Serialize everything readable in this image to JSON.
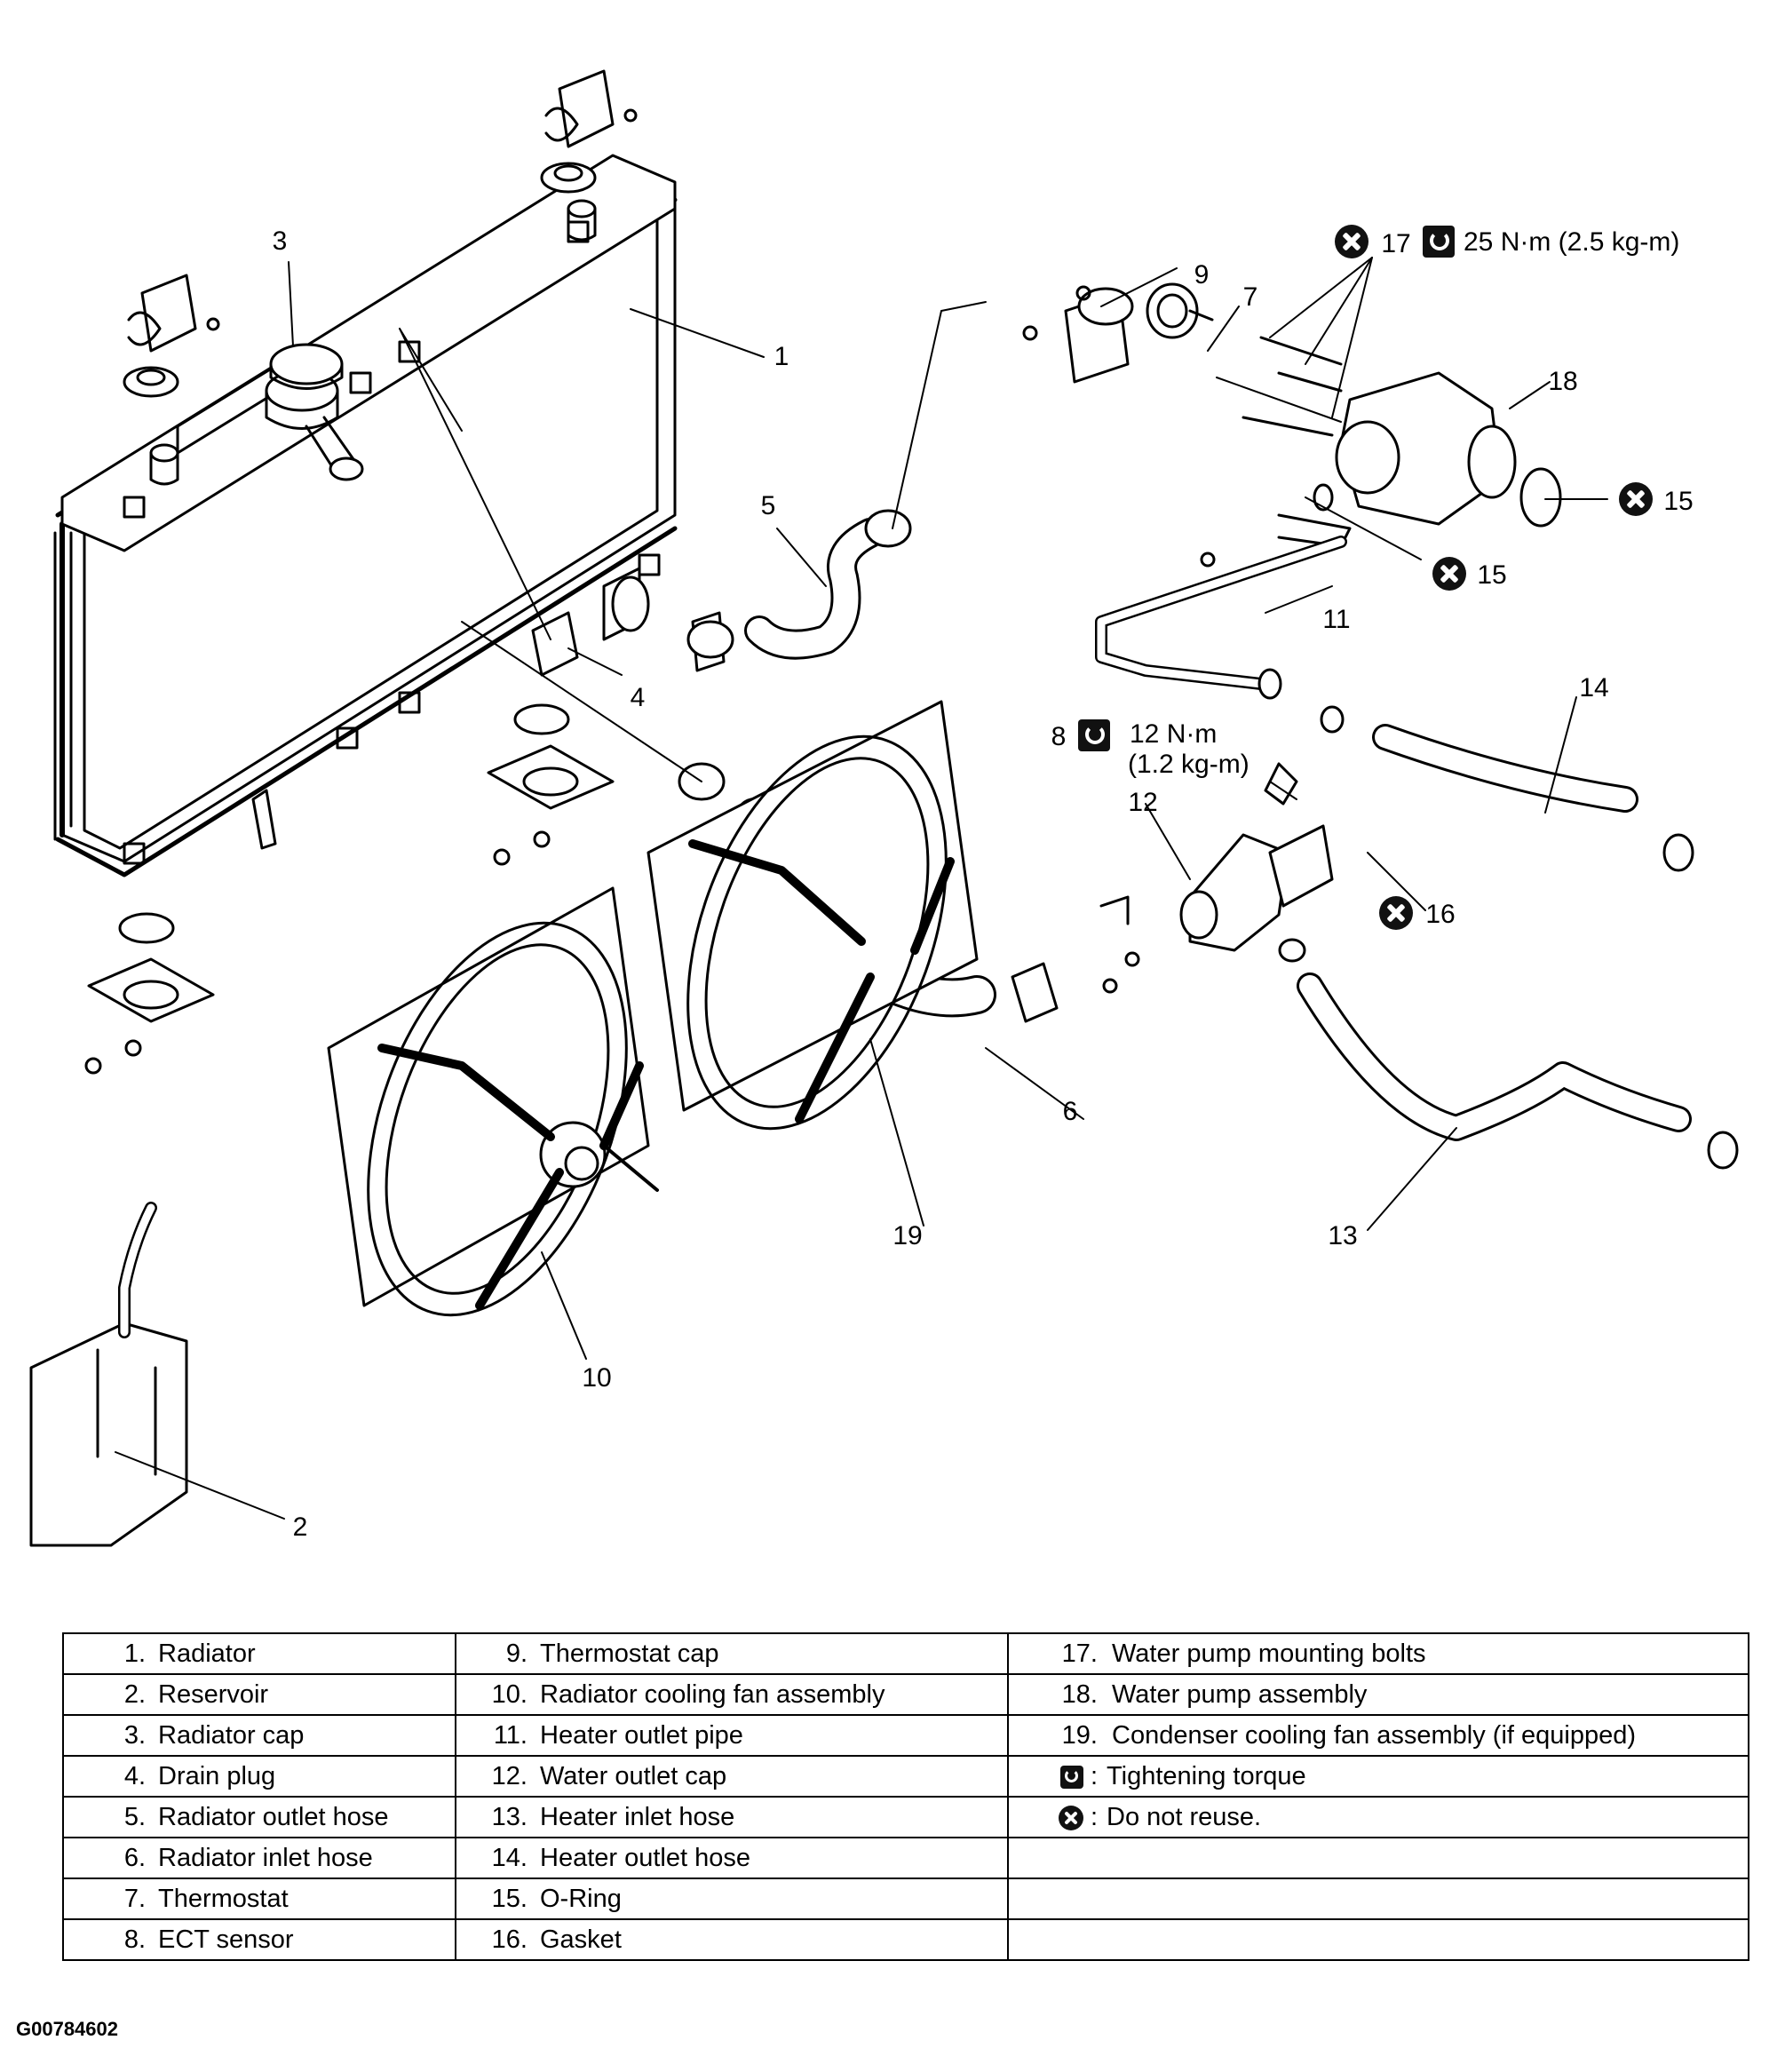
{
  "callouts": {
    "c1": "1",
    "c2": "2",
    "c3": "3",
    "c4": "4",
    "c5": "5",
    "c6": "6",
    "c7": "7",
    "c8": "8",
    "c9": "9",
    "c10": "10",
    "c11": "11",
    "c12": "12",
    "c13": "13",
    "c14": "14",
    "c15a": "15",
    "c15b": "15",
    "c16": "16",
    "c17": "17",
    "c18": "18",
    "c19": "19"
  },
  "torque_labels": {
    "wp_bolts": "25 N·m (2.5 kg-m)",
    "ect_line1": "12 N·m",
    "ect_line2": "(1.2 kg-m)"
  },
  "legend": {
    "col1": [
      {
        "num": "1.",
        "text": "Radiator"
      },
      {
        "num": "2.",
        "text": "Reservoir"
      },
      {
        "num": "3.",
        "text": "Radiator cap"
      },
      {
        "num": "4.",
        "text": "Drain plug"
      },
      {
        "num": "5.",
        "text": "Radiator outlet hose"
      },
      {
        "num": "6.",
        "text": "Radiator inlet hose"
      },
      {
        "num": "7.",
        "text": "Thermostat"
      },
      {
        "num": "8.",
        "text": "ECT sensor"
      }
    ],
    "col2": [
      {
        "num": "9.",
        "text": "Thermostat cap"
      },
      {
        "num": "10.",
        "text": "Radiator cooling fan assembly"
      },
      {
        "num": "11.",
        "text": "Heater outlet pipe"
      },
      {
        "num": "12.",
        "text": "Water outlet cap"
      },
      {
        "num": "13.",
        "text": "Heater inlet hose"
      },
      {
        "num": "14.",
        "text": "Heater outlet hose"
      },
      {
        "num": "15.",
        "text": "O-Ring"
      },
      {
        "num": "16.",
        "text": "Gasket"
      }
    ],
    "col3": [
      {
        "num": "17.",
        "text": "Water pump mounting bolts"
      },
      {
        "num": "18.",
        "text": "Water pump assembly"
      },
      {
        "num": "19.",
        "text": "Condenser cooling fan assembly (if equipped)"
      },
      {
        "sym": ":",
        "text": "Tightening torque"
      },
      {
        "sym": ":",
        "text": "Do not reuse."
      }
    ]
  },
  "figure_code": "G00784602"
}
